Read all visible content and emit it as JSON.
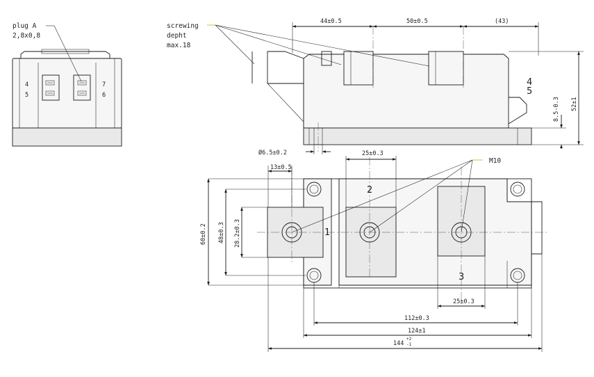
{
  "side_view": {
    "plug_label": "plug A",
    "plug_size": "2,8x0,8",
    "pin_left_top": "4",
    "pin_left_bottom": "5",
    "pin_right_top": "7",
    "pin_right_bottom": "6"
  },
  "front_view": {
    "screw_label_1": "screwing",
    "screw_label_2": "depht",
    "screw_label_3": "max.18",
    "dim_44": "44±0.5",
    "dim_50": "50±0.5",
    "dim_43": "(43)",
    "dim_8_5": "8.5-0.3",
    "dim_52": "52±1",
    "terminal_4": "4",
    "terminal_5": "5",
    "dim_6_5": "Ø6.5±0.2"
  },
  "top_view": {
    "dim_13": "13±0.5",
    "dim_25_top": "25±0.3",
    "label_m10": "M10",
    "dim_60": "60±0.2",
    "dim_48": "48±0.3",
    "dim_28_2": "28.2±0.3",
    "terminal_1": "1",
    "terminal_2": "2",
    "terminal_3": "3",
    "dim_25_bottom": "25±0.3",
    "dim_112": "112±0.3",
    "dim_124": "124±1",
    "dim_144": "144",
    "dim_144_tol_upper": "+2",
    "dim_144_tol_lower": "-1"
  }
}
